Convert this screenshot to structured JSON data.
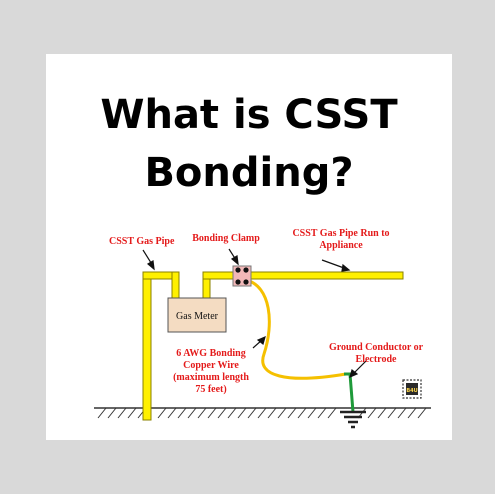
{
  "title": {
    "line1": "What is CSST",
    "line2": "Bonding?"
  },
  "labels": {
    "csst_gas_pipe": "CSST Gas Pipe",
    "bonding_clamp": "Bonding Clamp",
    "pipe_run_line1": "CSST Gas Pipe Run to",
    "pipe_run_line2": "Appliance",
    "gas_meter": "Gas Meter",
    "wire_line1": "6 AWG Bonding",
    "wire_line2": "Copper Wire",
    "wire_line3": "(maximum length",
    "wire_line4": "75 feet)",
    "ground_line1": "Ground Conductor or",
    "ground_line2": "Electrode",
    "logo_text": "B4U"
  },
  "colors": {
    "background": "#d9d9d9",
    "card": "#ffffff",
    "label_red": "#e41a1a",
    "pipe_yellow": "#fff000",
    "pipe_outline": "#8a8000",
    "wire_orange": "#f5c000",
    "wire_green": "#1f9a3a",
    "meter_fill": "#f4dcc2"
  }
}
